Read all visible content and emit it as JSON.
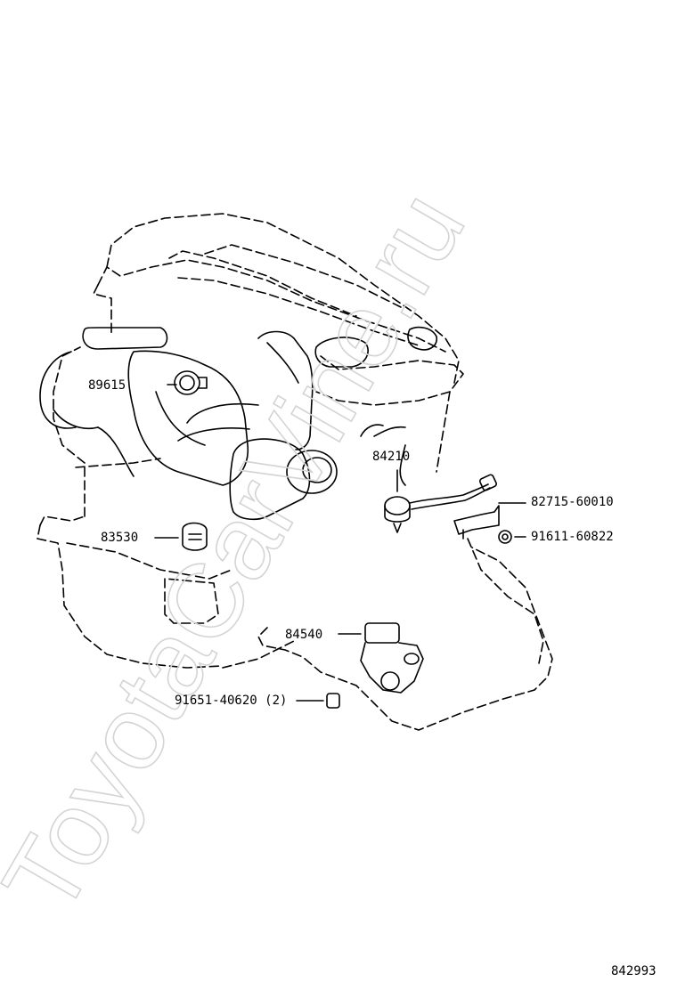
{
  "watermark": "ToyotaCarVine.ru",
  "diagram_code": "842993",
  "parts": [
    {
      "id": "p-89615",
      "number": "89615"
    },
    {
      "id": "p-84210",
      "number": "84210"
    },
    {
      "id": "p-82715",
      "number": "82715-60010"
    },
    {
      "id": "p-91611",
      "number": "91611-60822"
    },
    {
      "id": "p-83530",
      "number": "83530"
    },
    {
      "id": "p-84540",
      "number": "84540"
    },
    {
      "id": "p-91651",
      "number": "91651-40620 (2)"
    }
  ]
}
